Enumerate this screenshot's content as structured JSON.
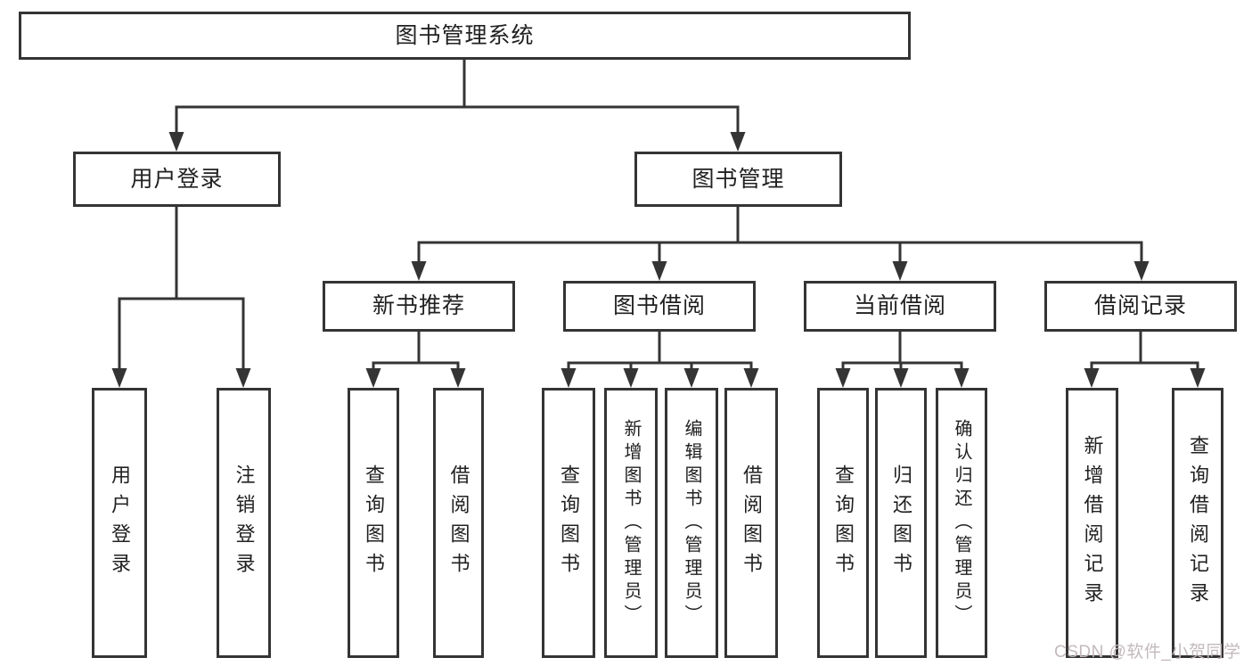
{
  "colors": {
    "line": "#343434",
    "text": "#212121",
    "background": "#ffffff",
    "watermark": "#c3b9bc"
  },
  "tree": {
    "root": {
      "label": "图书管理系统"
    },
    "branches": [
      {
        "label": "用户登录",
        "children": [
          {
            "label": "用户登录"
          },
          {
            "label": "注销登录"
          }
        ]
      },
      {
        "label": "图书管理",
        "children": [
          {
            "label": "新书推荐",
            "children": [
              {
                "label": "查询图书"
              },
              {
                "label": "借阅图书"
              }
            ]
          },
          {
            "label": "图书借阅",
            "children": [
              {
                "label": "查询图书"
              },
              {
                "label": "新增图书（管理员）"
              },
              {
                "label": "编辑图书（管理员）"
              },
              {
                "label": "借阅图书"
              }
            ]
          },
          {
            "label": "当前借阅",
            "children": [
              {
                "label": "查询图书"
              },
              {
                "label": "归还图书"
              },
              {
                "label": "确认归还（管理员）"
              }
            ]
          },
          {
            "label": "借阅记录",
            "children": [
              {
                "label": "新增借阅记录"
              },
              {
                "label": "查询借阅记录"
              }
            ]
          }
        ]
      }
    ]
  },
  "watermark": {
    "text": "CSDN @软件_小贺同学"
  }
}
